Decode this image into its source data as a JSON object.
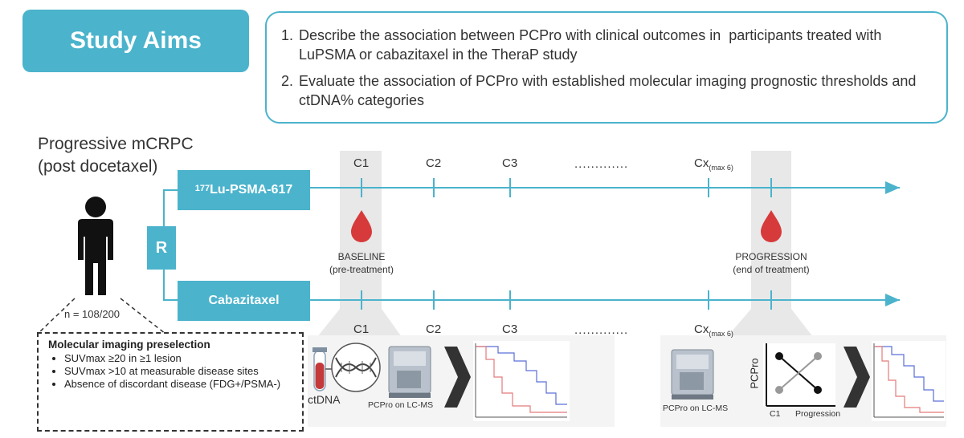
{
  "aims": {
    "header": "Study Aims",
    "items": [
      {
        "num": "1.",
        "text": "Describe the association between PCPro with clinical outcomes in  participants treated with LuPSMA or cabazitaxel in the TheraP study"
      },
      {
        "num": "2.",
        "text": "Evaluate the association of PCPro with established molecular imaging prognostic thresholds and ctDNA% categories"
      }
    ]
  },
  "population": {
    "title_line1": "Progressive mCRPC",
    "title_line2": "(post docetaxel)",
    "n": "n = 108/200",
    "randomize": "R"
  },
  "arms": {
    "lu_sup": "177",
    "lu_name": "Lu-PSMA-617",
    "cabazitaxel": "Cabazitaxel"
  },
  "cycles": {
    "c1": "C1",
    "c2": "C2",
    "c3": "C3",
    "cx": "Cx",
    "cx_sub": "(max 6)",
    "dots": "............."
  },
  "timepoints": {
    "baseline_line1": "BASELINE",
    "baseline_line2": "(pre-treatment)",
    "progression_line1": "PROGRESSION",
    "progression_line2": "(end of treatment)"
  },
  "preselection": {
    "title": "Molecular imaging preselection",
    "items": [
      "SUVmax ≥20 in ≥1 lesion",
      "SUVmax >10 at measurable disease sites",
      "Absence of discordant disease (FDG+/PSMA-)"
    ]
  },
  "panels": {
    "ctdna": "ctDNA",
    "pcpro_baseline": "PCPro on LC-MS",
    "pcpro_prog": "PCPro on LC-MS",
    "axis_y": "PCPro",
    "axis_x1": "C1",
    "axis_x2": "Progression"
  },
  "colors": {
    "teal": "#4bb3cc",
    "arrow": "#4bb3cc",
    "blood": "#d63a3a"
  }
}
